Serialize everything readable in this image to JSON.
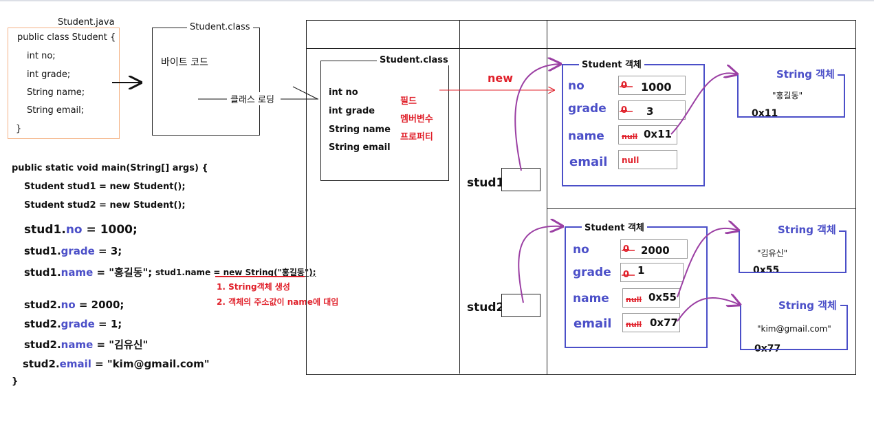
{
  "source": {
    "file_label": "Student.java",
    "lines": [
      "public class Student {",
      "int no;",
      "int grade;",
      "String name;",
      "String email;",
      "}"
    ]
  },
  "bytecode": {
    "title": "Student.class",
    "body": "바이트 코드",
    "loading_label": "클래스 로딩"
  },
  "main_code": {
    "signature": "public static void main(String[] args) {",
    "line_stud1_new": "Student stud1 = new Student();",
    "line_stud2_new": "Student stud2 = new Student();",
    "assignments": [
      {
        "var": "stud1.",
        "field": "no",
        "rest": " = 1000;"
      },
      {
        "var": "stud1.",
        "field": "grade",
        "rest": " = 3;"
      },
      {
        "var": "stud1.",
        "field": "name",
        "rest": " = \"홍길동\";"
      },
      {
        "var": "stud2.",
        "field": "no",
        "rest": " = 2000;"
      },
      {
        "var": "stud2.",
        "field": "grade",
        "rest": " = 1;"
      },
      {
        "var": "stud2.",
        "field": "name",
        "rest": " = \"김유신\""
      },
      {
        "var": "stud2.",
        "field": "email",
        "rest": " = \"kim@gmail.com\""
      }
    ],
    "closing": "}",
    "equivalent_prefix": "stud1.name = ",
    "equivalent_code": "new String(\"홍길동\");",
    "notes": [
      "1. String객체 생성",
      "2. 객체의 주소값이 name에 대입"
    ]
  },
  "method_area": {
    "class_title": "Student.class",
    "fields": [
      "int no",
      "int grade",
      "String name",
      "String email"
    ],
    "field_terms": [
      "필드",
      "멤버변수",
      "프로퍼티"
    ]
  },
  "stack": {
    "vars": [
      "stud1",
      "stud2"
    ]
  },
  "heap": {
    "new_label": "new",
    "objects": [
      {
        "title": "Student 객체",
        "fields": [
          {
            "name": "no",
            "old": "0",
            "value": "1000"
          },
          {
            "name": "grade",
            "old": "0",
            "value": "3"
          },
          {
            "name": "name",
            "old": "null",
            "value": "0x11"
          },
          {
            "name": "email",
            "old": "",
            "value": "null"
          }
        ]
      },
      {
        "title": "Student 객체",
        "fields": [
          {
            "name": "no",
            "old": "0",
            "value": "2000"
          },
          {
            "name": "grade",
            "old": "0",
            "value": "1"
          },
          {
            "name": "name",
            "old": "null",
            "value": "0x55"
          },
          {
            "name": "email",
            "old": "null",
            "value": "0x77"
          }
        ]
      }
    ],
    "strings": [
      {
        "title": "String 객체",
        "value": "\"홍길동\"",
        "address": "0x11"
      },
      {
        "title": "String 객체",
        "value": "\"김유신\"",
        "address": "0x55"
      },
      {
        "title": "String 객체",
        "value": "\"kim@gmail.com\"",
        "address": "0x77"
      }
    ]
  },
  "colors": {
    "accent_blue": "#4b4fc8",
    "accent_red": "#e0202a",
    "arrow_purple": "#9b3fa3",
    "java_border": "#f4b183"
  }
}
